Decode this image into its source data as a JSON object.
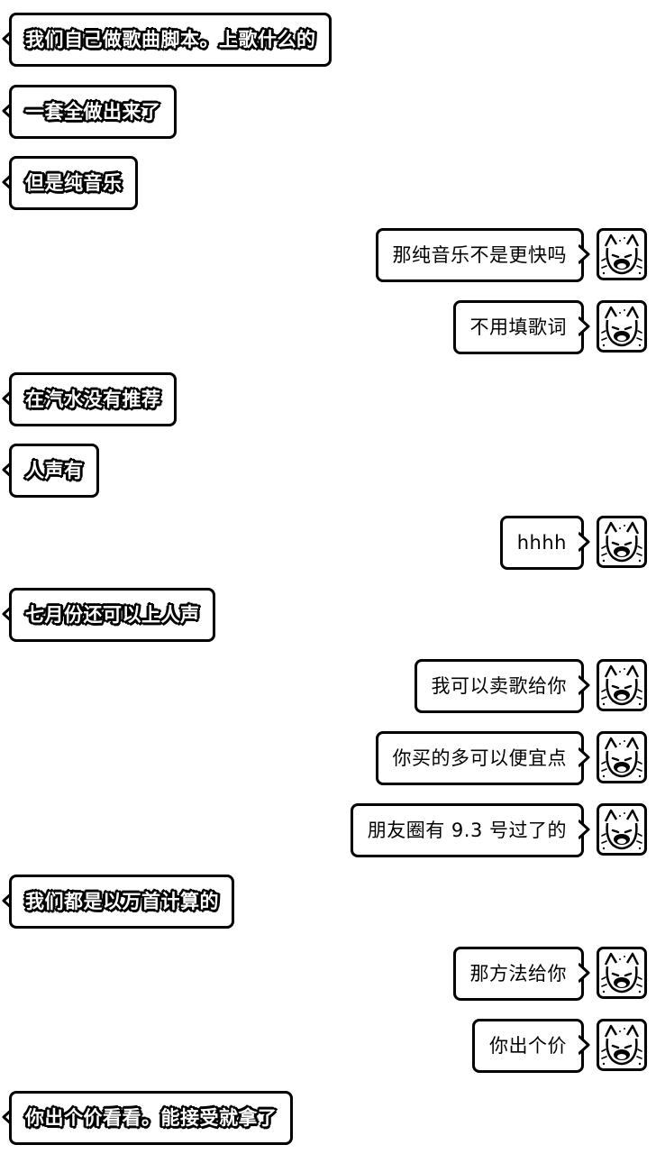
{
  "messages": [
    {
      "side": "left",
      "text": "我们自己做歌曲脚本。上歌什么的"
    },
    {
      "side": "left",
      "text": "一套全做出来了"
    },
    {
      "side": "left",
      "text": "但是纯音乐"
    },
    {
      "side": "right",
      "text": "那纯音乐不是更快吗"
    },
    {
      "side": "right",
      "text": "不用填歌词"
    },
    {
      "side": "left",
      "text": "在汽水没有推荐"
    },
    {
      "side": "left",
      "text": "人声有"
    },
    {
      "side": "right",
      "text": "hhhh"
    },
    {
      "side": "left",
      "text": "七月份还可以上人声"
    },
    {
      "side": "right",
      "text": "我可以卖歌给你"
    },
    {
      "side": "right",
      "text": "你买的多可以便宜点"
    },
    {
      "side": "right",
      "text": "朋友圈有 9.3 号过了的"
    },
    {
      "side": "left",
      "text": "我们都是以万首计算的"
    },
    {
      "side": "right",
      "text": "那方法给你"
    },
    {
      "side": "right",
      "text": "你出个价"
    },
    {
      "side": "left",
      "text": "你出个价看看。能接受就拿了"
    }
  ],
  "icons": {
    "avatar": "dog-avatar-icon",
    "tail": "bubble-tail-icon"
  },
  "colors": {
    "background": "#ffffff",
    "bubble_border": "#000000",
    "bubble_fill": "#ffffff",
    "text_right": "#000000",
    "text_left": "#ffffff",
    "text_left_outline": "#000000"
  }
}
